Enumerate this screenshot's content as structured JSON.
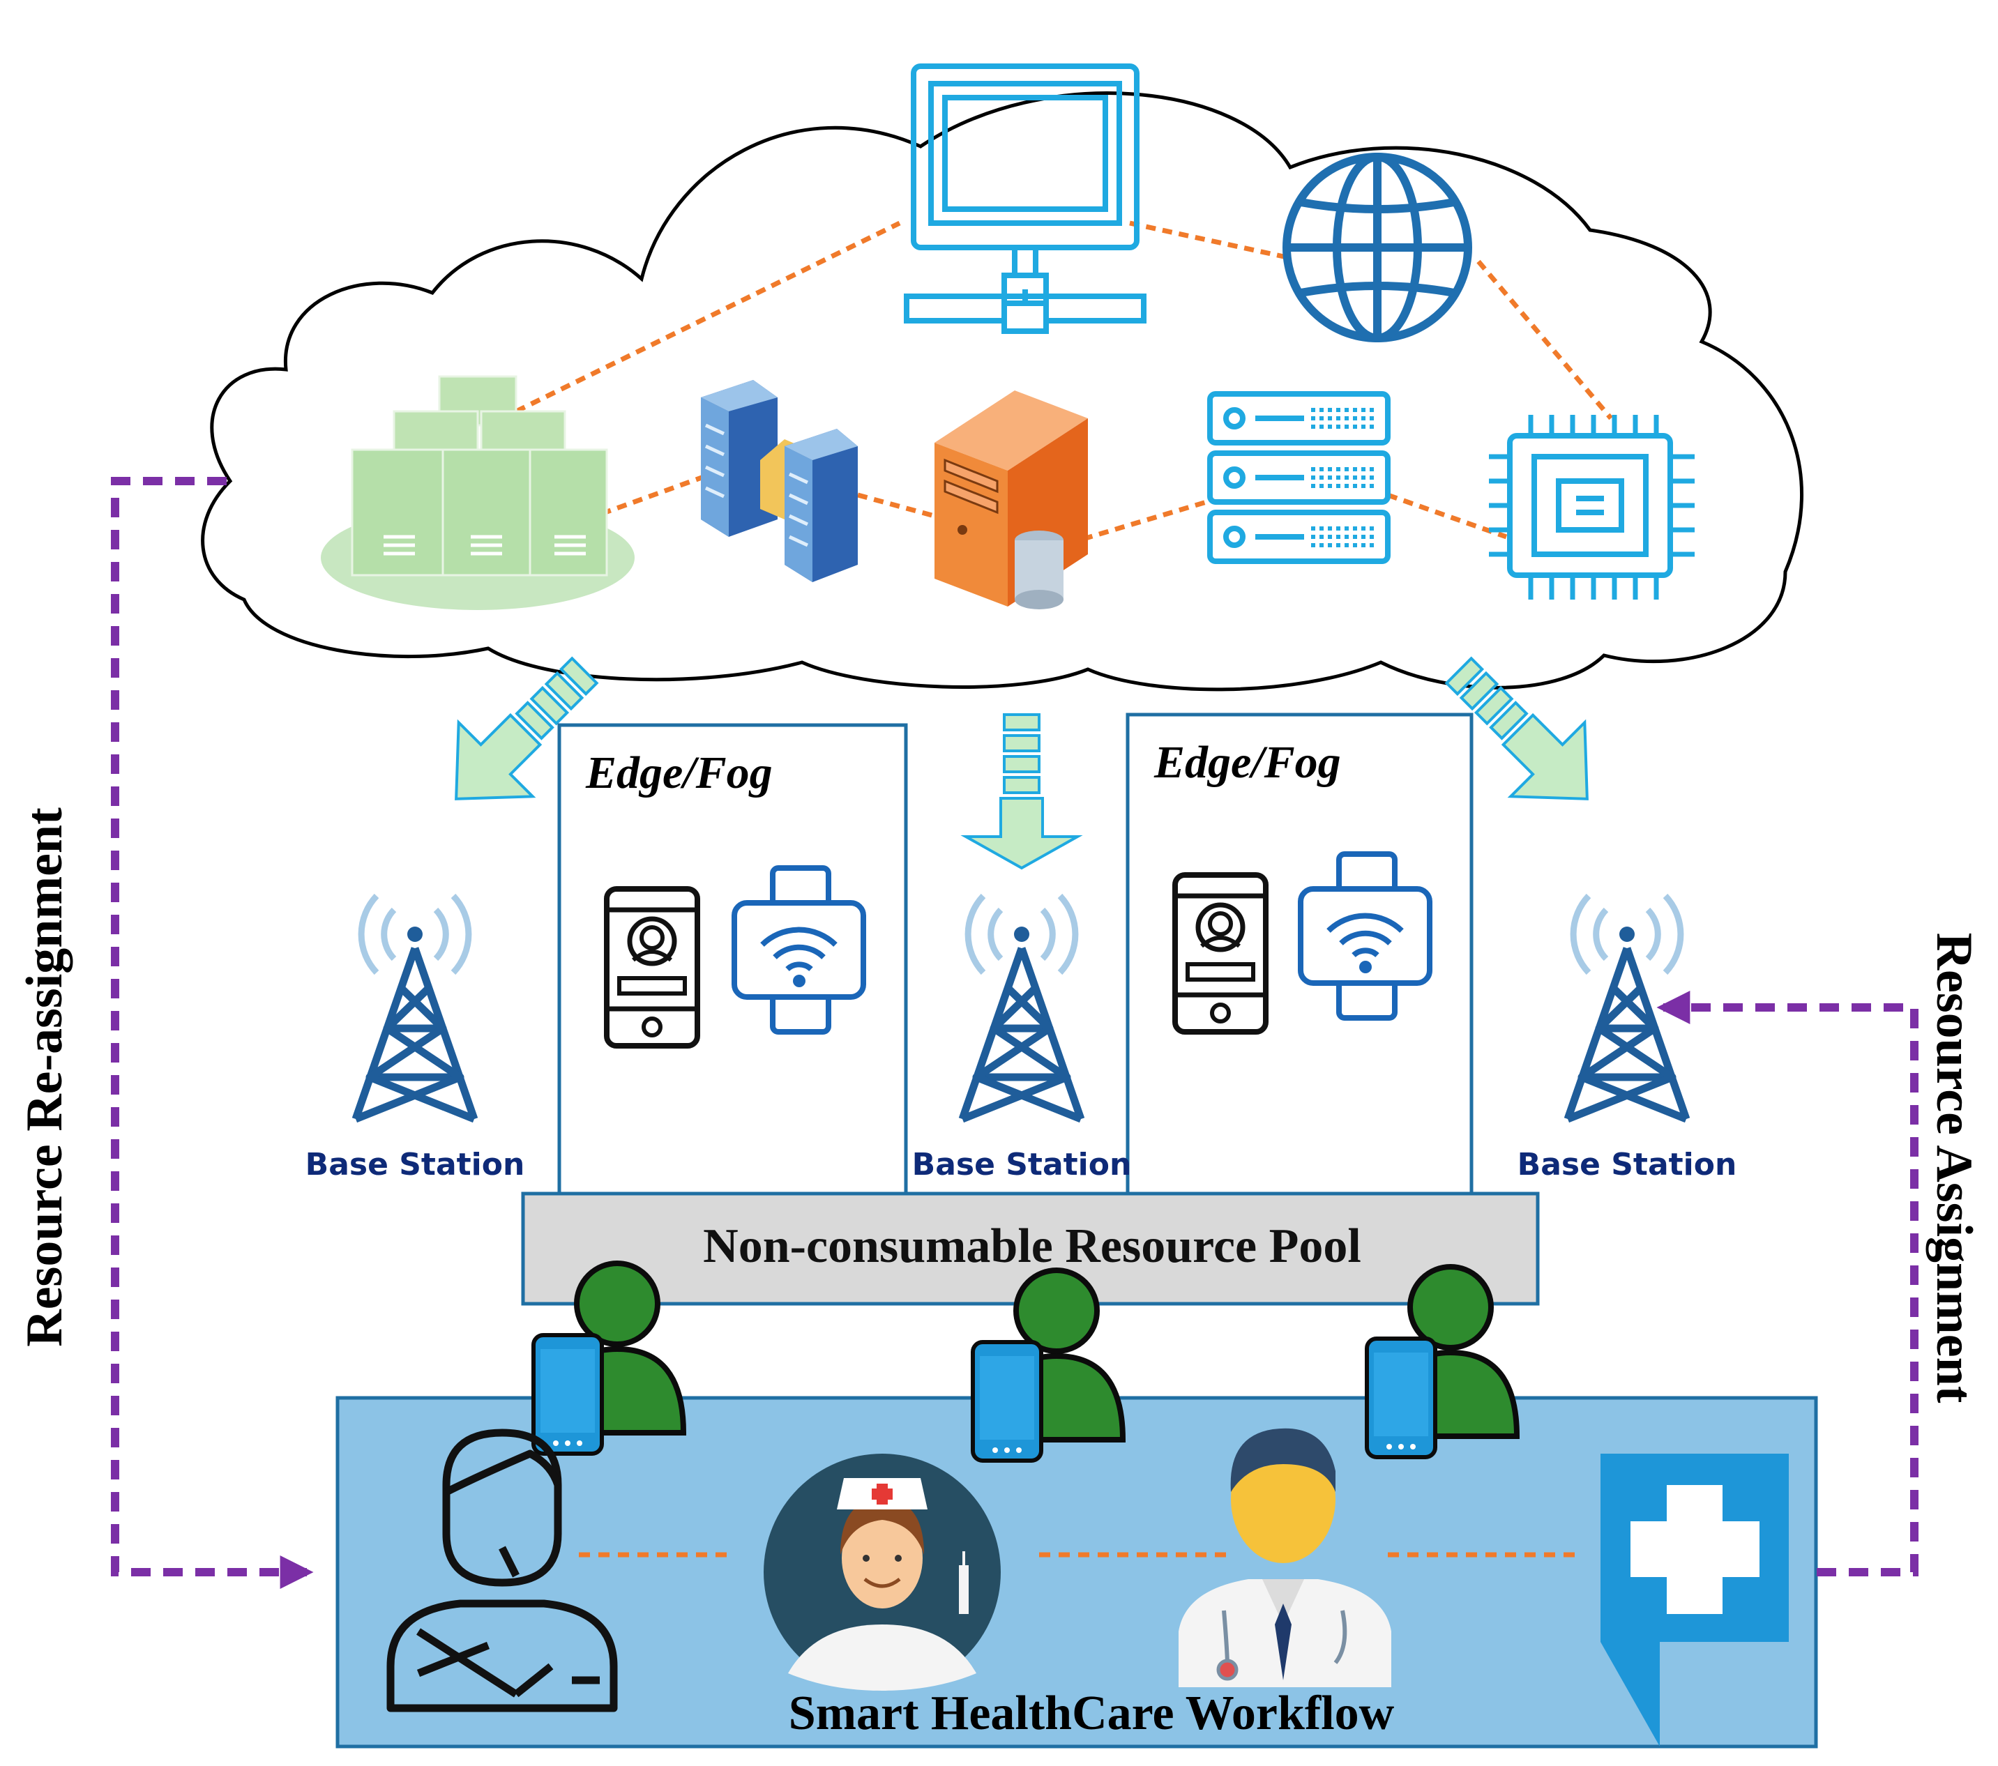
{
  "edge_fog": {
    "left_title": "Edge/Fog",
    "right_title": "Edge/Fog"
  },
  "base_stations": {
    "left": "Base Station",
    "middle": "Base Station",
    "right": "Base Station"
  },
  "resource_pool": {
    "label": "Non-consumable Resource Pool"
  },
  "workflow": {
    "label": "Smart HealthCare Workflow"
  },
  "side_labels": {
    "left": "Resource Re-assignment",
    "right": "Resource Assignment"
  },
  "colors": {
    "orange_link": "#f07a2a",
    "purple_arrow": "#7b2fa6",
    "cyan_icon": "#1fa9e1",
    "navy_icon": "#1f5d9a",
    "workflow_bg": "#8cc3e6",
    "pool_bg": "#d9d9d9",
    "green_person": "#2e8b2e"
  },
  "icons": {
    "cloud": [
      "server-farm-icon",
      "datacenter-icon",
      "monitor-terminal-icon",
      "globe-icon",
      "orange-server-icon",
      "rack-server-icon",
      "cpu-chip-icon"
    ],
    "edge": [
      "smartphone-icon",
      "smartwatch-icon"
    ],
    "network": [
      "base-station-tower-icon",
      "download-arrow-icon"
    ],
    "users": [
      "user-with-phone-icon"
    ],
    "workflow": [
      "patient-icon",
      "nurse-icon",
      "doctor-icon",
      "medical-cross-icon"
    ]
  }
}
